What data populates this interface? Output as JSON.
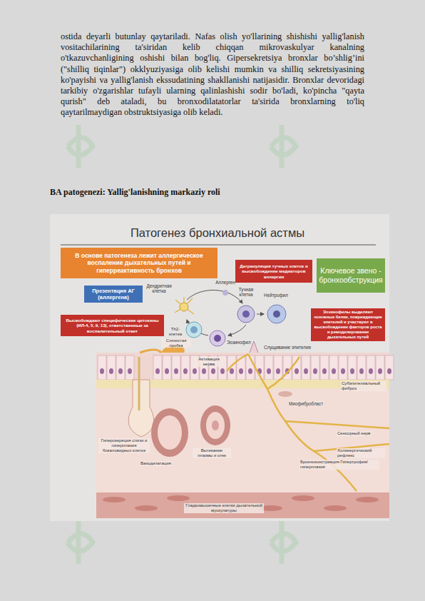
{
  "diagram": {
    "title": "Патогенез бронхиальной астмы",
    "nodes": [
      {
        "text": [
          "В основе патогенеза лежит аллергическое воспаление дыхательных путей и гиперреактивность бронхов"
        ]
      },
      {
        "text": [
          "Презентация АГ (аллергена)"
        ]
      },
      {
        "text": [
          "Высвобождают специфические цитокины (ИЛ-4, 5, 9, 13), ответственные за воспалительный ответ"
        ]
      },
      {
        "text": [
          "Дегрануляция тучных клеток и высвобождение медиаторов аллергии"
        ]
      },
      {
        "text": [
          "Ключевое звено - бронхообструкция"
        ]
      },
      {
        "text": [
          "Эозинофилы выделяют основные белки, повреждающие эпителий и участвуют в высвобождении факторов роста и ремоделировании дыхательных путей"
        ]
      }
    ],
    "labels": [
      "ostida deyarli butunlay qaytariladi. Nafas olish yo'llarining shishishi yallig'lanish vositachilarining ta'siridan kelib chiqqan mikrovaskulyar kanalning o'tkazuvchanligining oshishi bilan bog'liq. Gipersekretsiya bronxlar bo’shlig’ini (\"shilliq tiqinlar\") okklyuziyasiga olib kelishi mumkin va shilliq sekretsiyasining ko'payishi va yallig'lanish ekssudatining shakllanishi natijasidir. Bronxlar devoridagi tarkibiy o'zgarishlar tufayli ularning qalinlashishi sodir bo'ladi, ko'pincha \"qayta qurish\" deb ataladi, bu bronxodilatatorlar ta'sirida bronxlarning to'liq qaytarilmaydigan obstruktsiyasiga olib keladi.",
      "BA patogenezi: Yallig'lanishning markaziy roli",
      "Дендритная клетка",
      "Аллерген",
      "Тучная клетка",
      "Нейтрофил",
      "Th2-клетка",
      "Эозинофил",
      "Слизистая пробка",
      "Активация нерва",
      "Слущивание эпителия",
      "Субэпителиальный фиброз",
      "Гиперсекреция слизи и гиперплазия бокаловидных клеток",
      "Вазодилатация",
      "Вытекание плазмы и отек",
      "Миофибробласт",
      "Сенсорный нерв",
      "Холинергический рефлекс",
      "Бронхоконстрикция Гипертрофия/гиперплазия",
      "Гладкомышечные клетки дыхательной мускулатуры"
    ]
  }
}
